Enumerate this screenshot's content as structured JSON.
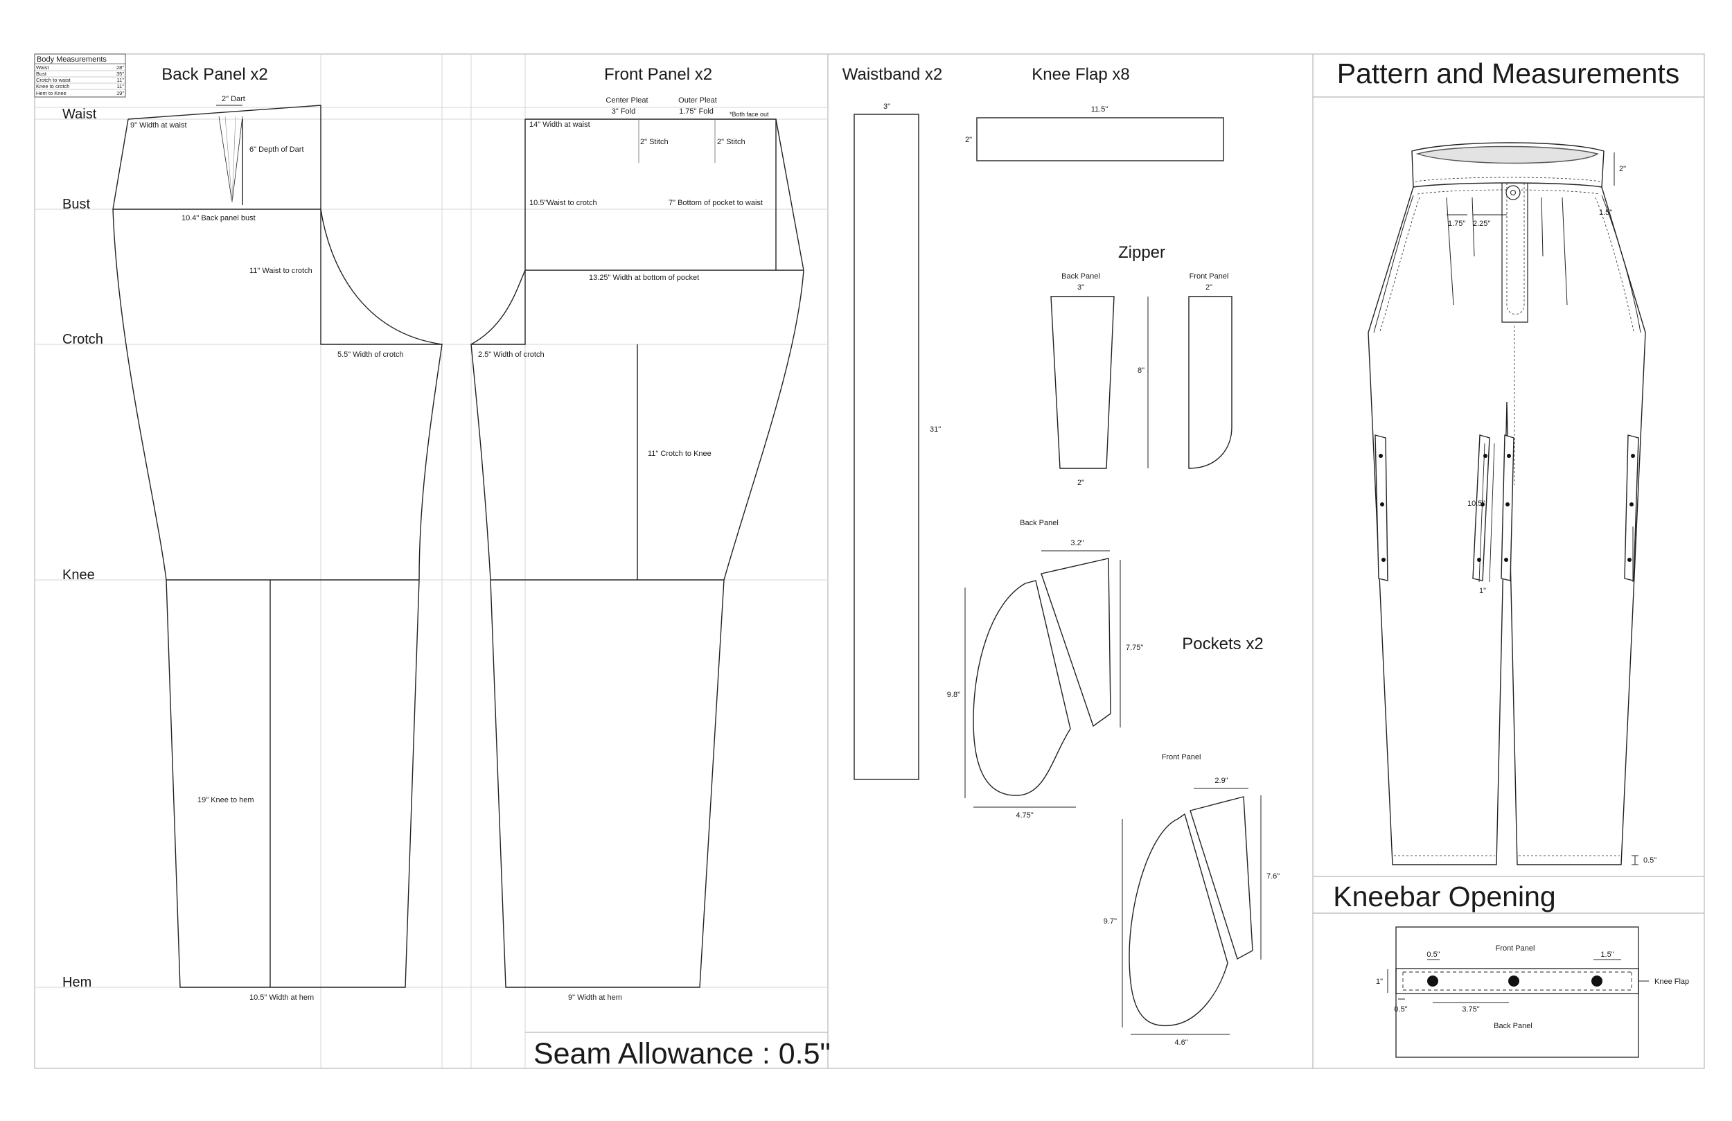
{
  "body_measurements": {
    "title": "Body Measurements",
    "rows": [
      {
        "label": "Waist",
        "value": "28\""
      },
      {
        "label": "Bust",
        "value": "35\""
      },
      {
        "label": "Crotch to waist",
        "value": "11\""
      },
      {
        "label": "Knee to crotch",
        "value": "11\""
      },
      {
        "label": "Hem to Knee",
        "value": "19\""
      }
    ]
  },
  "row_labels": {
    "waist": "Waist",
    "bust": "Bust",
    "crotch": "Crotch",
    "knee": "Knee",
    "hem": "Hem"
  },
  "back_panel": {
    "title": "Back Panel x2",
    "dart_width": "2\"  Dart",
    "width_at_waist": "9\" Width at waist",
    "depth_of_dart": "6\" Depth of Dart",
    "bust_width": "10.4\" Back panel bust",
    "waist_to_crotch": "11\" Waist to crotch",
    "width_of_crotch": "5.5\" Width of crotch",
    "knee_to_hem": "19\" Knee to hem",
    "width_at_hem": "10.5\" Width at hem"
  },
  "front_panel": {
    "title": "Front Panel x2",
    "center_pleat": "Center Pleat",
    "center_fold": "3\" Fold",
    "outer_pleat": "Outer Pleat",
    "outer_fold": "1.75\" Fold",
    "fold_note": "*Both face out",
    "width_at_waist": "14\" Width at waist",
    "stitch_center": "2\" Stitch",
    "stitch_outer": "2\" Stitch",
    "waist_to_crotch": "10.5\"Waist to crotch",
    "bottom_of_pocket": "7\" Bottom of pocket to waist",
    "width_bottom_pocket": "13.25\" Width at bottom of pocket",
    "width_of_crotch": "2.5\" Width of crotch",
    "crotch_to_knee": "11\" Crotch to Knee",
    "width_at_hem": "9\" Width at hem"
  },
  "seam_allowance": "Seam Allowance : 0.5\"",
  "waistband": {
    "title": "Waistband x2",
    "width": "3\"",
    "length": "31\""
  },
  "knee_flap": {
    "title": "Knee Flap x8",
    "length": "11.5\"",
    "height": "2\""
  },
  "zipper": {
    "title": "Zipper",
    "back_label": "Back Panel",
    "back_top": "3\"",
    "back_bottom": "2\"",
    "height": "8\"",
    "front_label": "Front Panel",
    "front_top": "2\""
  },
  "pockets": {
    "title": "Pockets x2",
    "back_label": "Back Panel",
    "back_top": "3.2\"",
    "back_right": "7.75\"",
    "back_left": "9.8\"",
    "back_bottom": "4.75\"",
    "front_label": "Front Panel",
    "front_top": "2.9\"",
    "front_right": "7.6\"",
    "front_left": "9.7\"",
    "front_bottom": "4.6\""
  },
  "pattern_measurements": {
    "title": "Pattern and Measurements",
    "waistband_h": "2\"",
    "pleat1": "1.75\"",
    "pleat2": "2.25\"",
    "side_pocket": "1.5\"",
    "flap_len": "10.5\"",
    "flap_w": "1\"",
    "hem": "0.5\""
  },
  "kneebar": {
    "title": "Kneebar Opening",
    "front_panel": "Front Panel",
    "back_panel": "Back Panel",
    "knee_flap": "Knee Flap",
    "left_top": "0.5\"",
    "right_top": "1.5\"",
    "height": "1\"",
    "left_bottom": "0.5\"",
    "spacing": "3.75\""
  },
  "icons": [
    "button-icon",
    "snap-icon"
  ]
}
